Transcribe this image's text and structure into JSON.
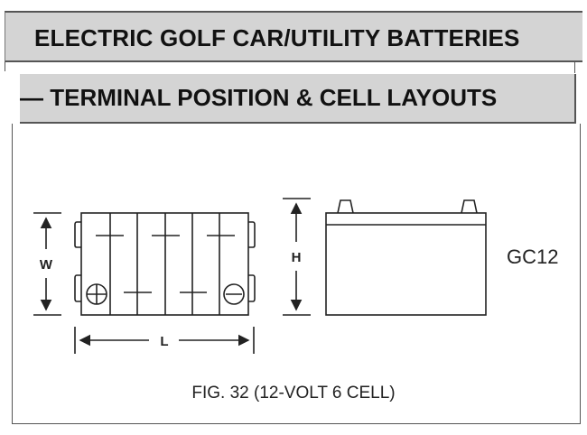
{
  "header": {
    "title": "ELECTRIC GOLF CAR/UTILITY  BATTERIES",
    "subtitle": "— TERMINAL POSITION & CELL LAYOUTS"
  },
  "figure": {
    "caption": "FIG. 32 (12-VOLT 6 CELL)",
    "model": "GC12",
    "dimension_labels": {
      "width": "W",
      "length": "L",
      "height": "H"
    },
    "cells": 6,
    "terminals": {
      "positive": "+",
      "negative": "−"
    }
  }
}
